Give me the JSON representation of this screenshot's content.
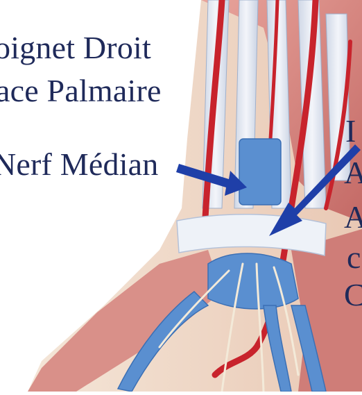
{
  "image": {
    "kind": "anatomical illustration",
    "subject": "palmar view of the right wrist showing the median nerve, tendons, blood vessels and carpal structures"
  },
  "texts": {
    "title_line1": "oignet Droit",
    "title_line2": "ace Palmaire",
    "label_median": "Nerf Médian",
    "right_letters": [
      "I",
      "A",
      "A",
      "c",
      "C"
    ]
  },
  "colors": {
    "text": "#1f2a5a",
    "arrow": "#1f3fa8",
    "artery": "#c8232c",
    "vein_nerve_blue": "#5a8fd0",
    "tendon": "#e8edf5",
    "muscle": "#d98a86",
    "skin": "#f2e0cf"
  }
}
